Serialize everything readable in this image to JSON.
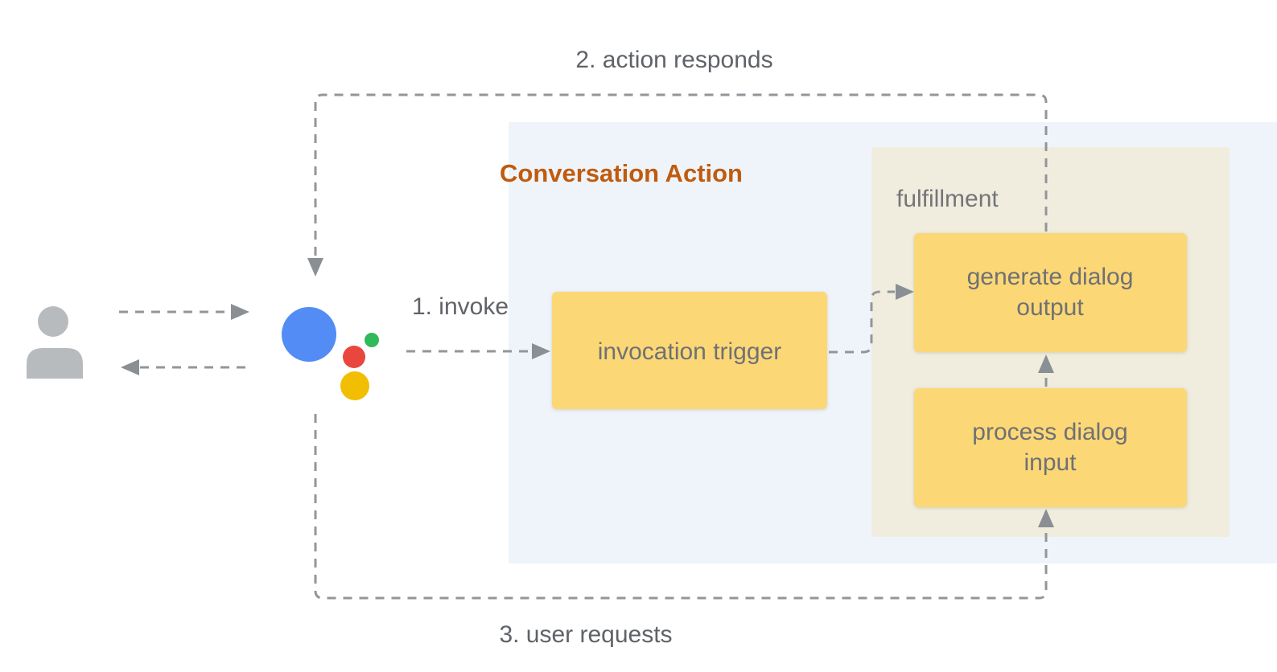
{
  "diagram": {
    "title": "Conversation Action",
    "flow_labels": {
      "invoke": "1. invoke",
      "action_responds": "2. action responds",
      "user_requests": "3. user requests"
    },
    "containers": {
      "conversation_action": {
        "title": "Conversation Action"
      },
      "fulfillment": {
        "title": "fulfillment"
      }
    },
    "nodes": {
      "invocation_trigger": {
        "label": "invocation trigger"
      },
      "generate_dialog_output": {
        "label": "generate dialog output",
        "line1": "generate dialog",
        "line2": "output"
      },
      "process_dialog_input": {
        "label": "process dialog input",
        "line1": "process dialog",
        "line2": "input"
      }
    },
    "actors": {
      "user": {
        "icon": "user-icon"
      },
      "assistant": {
        "icon": "google-assistant-logo"
      }
    },
    "colors": {
      "conversation_action_bg": "#eff4fb",
      "fulfillment_bg": "#f0edde",
      "node_bg": "#fcd776",
      "title_orange": "#c05b0e",
      "label_gray": "#5f6368",
      "node_text_gray": "#6e7174",
      "dash_gray": "#92969b",
      "arrow_gray": "#8a8f94",
      "user_gray": "#b8bbbe",
      "assistant_blue": "#538cf5",
      "assistant_red": "#e9473d",
      "assistant_yellow": "#f2be01",
      "assistant_green": "#31ba5b"
    }
  }
}
